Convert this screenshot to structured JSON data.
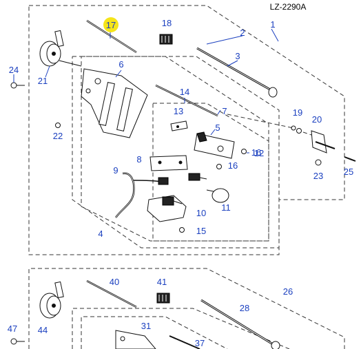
{
  "model_label": "LZ-2290A",
  "highlight_color": "#f5e51a",
  "callout_color": "#1a3fbf",
  "highlighted_callout": "17",
  "callouts_top": [
    "1",
    "2",
    "3",
    "4",
    "5",
    "6",
    "7",
    "8",
    "9",
    "10",
    "11",
    "12",
    "13",
    "14",
    "15",
    "16",
    "16",
    "17",
    "18",
    "19",
    "20",
    "21",
    "22",
    "23",
    "24",
    "25"
  ],
  "callouts_bottom": [
    "26",
    "28",
    "31",
    "37",
    "40",
    "41",
    "44",
    "47"
  ]
}
